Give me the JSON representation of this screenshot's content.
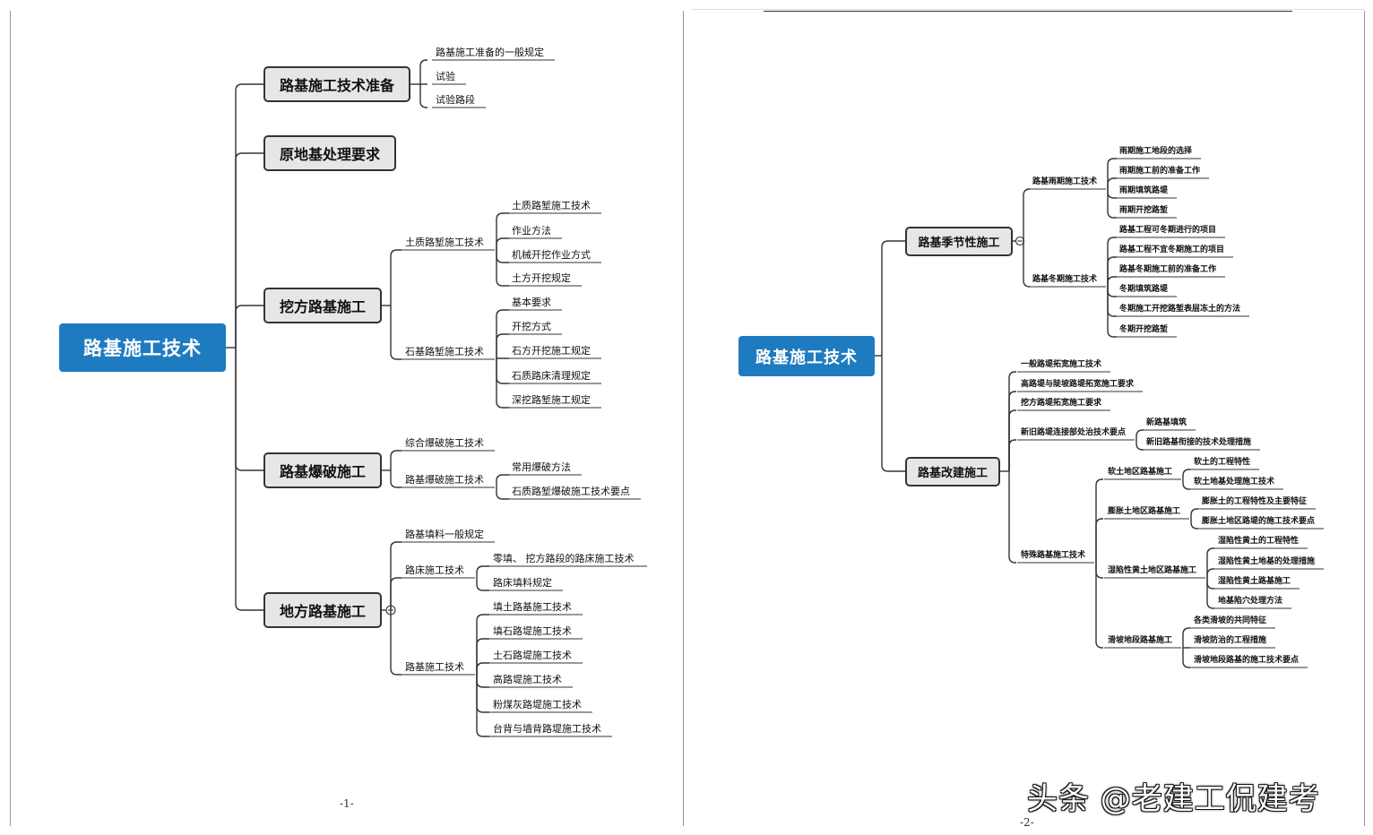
{
  "page1": {
    "root": "路基施工技术",
    "page_number": "-1-",
    "branches": [
      {
        "label": "路基施工技术准备",
        "children": [
          "路基施工准备的一般规定",
          "试验",
          "试验路段"
        ]
      },
      {
        "label": "原地基处理要求",
        "children": []
      },
      {
        "label": "挖方路基施工",
        "children": [
          {
            "label": "土质路堑施工技术",
            "children": [
              "土质路堑施工技术",
              "作业方法",
              "机械开挖作业方式",
              "土方开挖规定"
            ]
          },
          {
            "label": "石基路堑施工技术",
            "children": [
              "基本要求",
              "开挖方式",
              "石方开挖施工规定",
              "石质路床清理规定",
              "深挖路堑施工规定"
            ]
          }
        ]
      },
      {
        "label": "路基爆破施工",
        "children": [
          {
            "label": "综合爆破施工技术",
            "children": []
          },
          {
            "label": "路基爆破施工技术",
            "children": [
              "常用爆破方法",
              "石质路堑爆破施工技术要点"
            ]
          }
        ]
      },
      {
        "label": "地方路基施工",
        "children": [
          {
            "label": "路基填料一般规定",
            "children": []
          },
          {
            "label": "路床施工技术",
            "children": [
              "零填、 挖方路段的路床施工技术",
              "路床填料规定"
            ]
          },
          {
            "label": "路基施工技术",
            "children": [
              "填土路基施工技术",
              "填石路堤施工技术",
              "土石路堤施工技术",
              "高路堤施工技术",
              "粉煤灰路堤施工技术",
              "台背与墙背路堤施工技术"
            ]
          }
        ]
      }
    ]
  },
  "page2": {
    "root": "路基施工技术",
    "page_number": "-2-",
    "branches": [
      {
        "label": "路基季节性施工",
        "children": [
          {
            "label": "路基雨期施工技术",
            "children": [
              "雨期施工地段的选择",
              "雨期施工前的准备工作",
              "雨期填筑路堤",
              "雨期开挖路堑"
            ]
          },
          {
            "label": "路基冬期施工技术",
            "children": [
              "路基工程可冬期进行的项目",
              "路基工程不宜冬期施工的项目",
              "路基冬期施工前的准备工作",
              "冬期填筑路堤",
              "冬期施工开挖路堑表层冻土的方法",
              "冬期开挖路堑"
            ]
          }
        ]
      },
      {
        "label": "路基改建施工",
        "children": [
          {
            "label": "一般路堤拓宽施工技术",
            "children": []
          },
          {
            "label": "高路堤与陡坡路堤拓宽施工要求",
            "children": []
          },
          {
            "label": "挖方路堤拓宽施工要求",
            "children": []
          },
          {
            "label": "新旧路堤连接部处治技术要点",
            "children": [
              "新路基填筑",
              "新旧路基衔接的技术处理措施"
            ]
          },
          {
            "label": "特殊路基施工技术",
            "children": [
              {
                "label": "软土地区路基施工",
                "children": [
                  "软土的工程特性",
                  "软土地基处理施工技术"
                ]
              },
              {
                "label": "膨胀土地区路基施工",
                "children": [
                  "膨胀土的工程特性及主要特征",
                  "膨胀土地区路堤的施工技术要点"
                ]
              },
              {
                "label": "湿陷性黄土地区路基施工",
                "children": [
                  "湿陷性黄土的工程特性",
                  "湿陷性黄土地基的处理措施",
                  "湿陷性黄土路基施工",
                  "地基陷穴处理方法"
                ]
              },
              {
                "label": "滑坡地段路基施工",
                "children": [
                  "各类滑坡的共同特征",
                  "滑坡防治的工程措施",
                  "滑坡地段路基的施工技术要点"
                ]
              }
            ]
          }
        ]
      }
    ]
  },
  "watermark": "头条 @老建工侃建考"
}
